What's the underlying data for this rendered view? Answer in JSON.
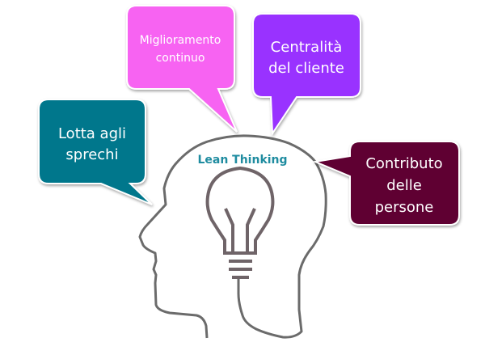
{
  "center": {
    "title": "Lean Thinking",
    "color": "#1F8CA0"
  },
  "bubbles": [
    {
      "id": "waste",
      "lines": [
        "Lotta agli",
        "sprechi"
      ],
      "color": "#02778C"
    },
    {
      "id": "improvement",
      "lines": [
        "Miglioramento",
        "continuo"
      ],
      "color": "#F763F2"
    },
    {
      "id": "customer",
      "lines": [
        "Centralità",
        "del cliente"
      ],
      "color": "#9933FF"
    },
    {
      "id": "people",
      "lines": [
        "Contributo",
        "delle",
        "persone"
      ],
      "color": "#5E0230"
    }
  ]
}
